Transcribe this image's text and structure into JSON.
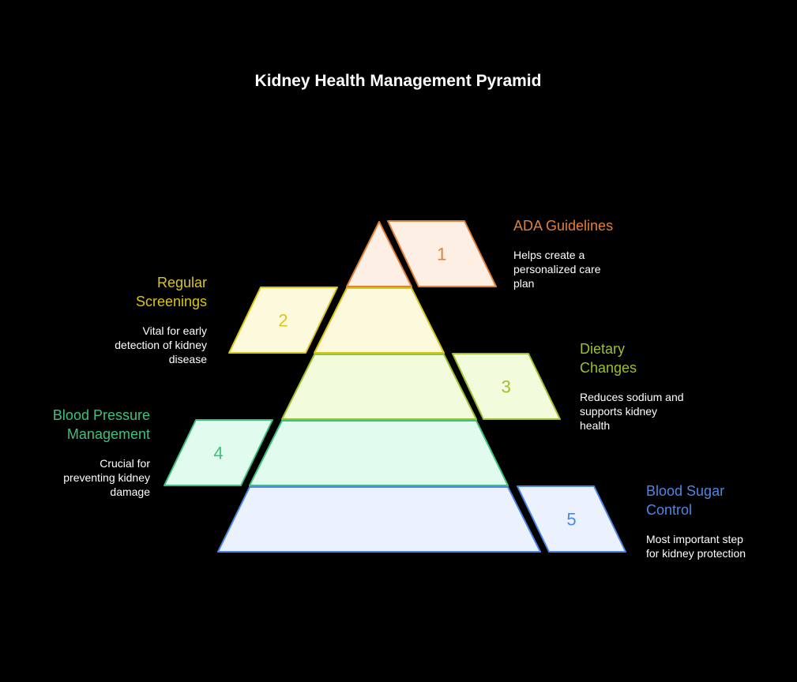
{
  "title": "Kidney Health Management Pyramid",
  "levels": [
    {
      "number": "1",
      "heading": [
        "ADA Guidelines"
      ],
      "description": [
        "Helps create a",
        "personalized care",
        "plan"
      ],
      "stroke": "#e0803a",
      "fill": "#fdefe4"
    },
    {
      "number": "2",
      "heading": [
        "Regular",
        "Screenings"
      ],
      "description": [
        "Vital for early",
        "detection of kidney",
        "disease"
      ],
      "stroke": "#d9c51c",
      "fill": "#fdf9dd"
    },
    {
      "number": "3",
      "heading": [
        "Dietary",
        "Changes"
      ],
      "description": [
        "Reduces sodium and",
        "supports kidney",
        "health"
      ],
      "stroke": "#9cc02e",
      "fill": "#f2fbdb"
    },
    {
      "number": "4",
      "heading": [
        "Blood Pressure",
        "Management"
      ],
      "description": [
        "Crucial for",
        "preventing kidney",
        "damage"
      ],
      "stroke": "#3fc17c",
      "fill": "#e2fbef"
    },
    {
      "number": "5",
      "heading": [
        "Blood Sugar",
        "Control"
      ],
      "description": [
        "Most important step",
        "for kidney protection"
      ],
      "stroke": "#4f86e6",
      "fill": "#ebf2fd"
    }
  ]
}
